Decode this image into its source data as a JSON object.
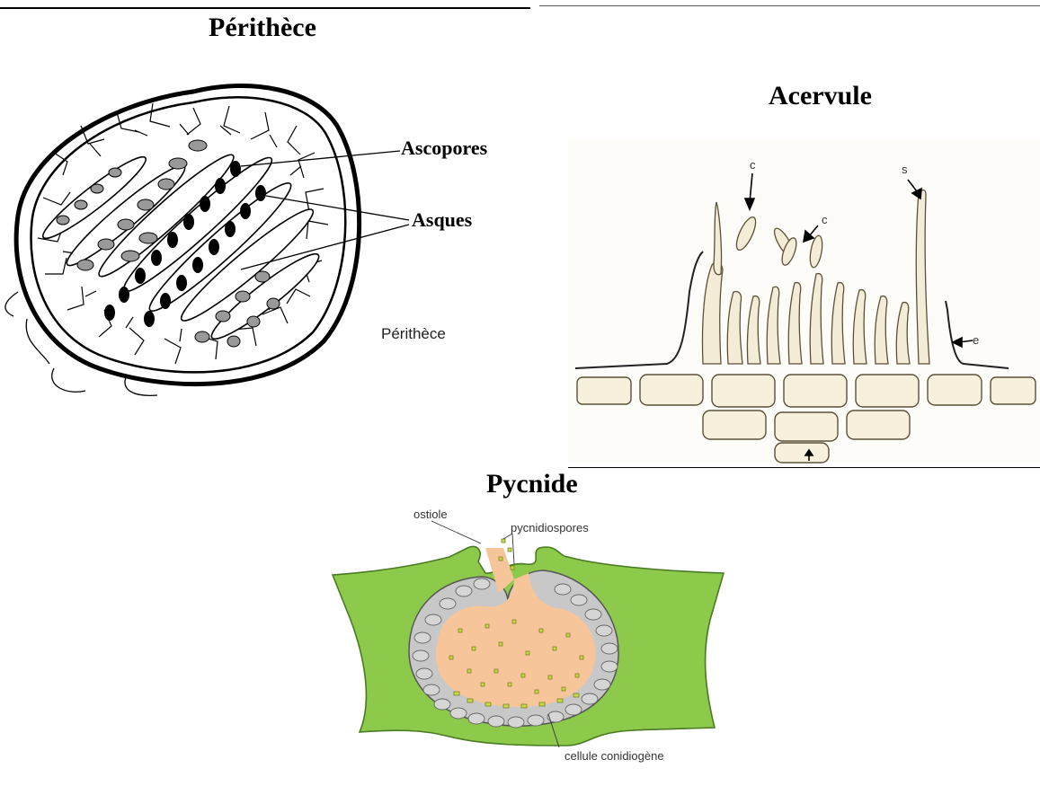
{
  "perithece": {
    "title": "Périthèce",
    "labels": {
      "ascopores": "Ascopores",
      "asques": "Asques",
      "caption": "Périthèce"
    }
  },
  "acervule": {
    "title": "Acervule",
    "labels": {
      "c1": "c",
      "c2": "c",
      "s": "s",
      "e": "e"
    }
  },
  "pycnide": {
    "title": "Pycnide",
    "labels": {
      "ostiole": "ostiole",
      "pycnidiospores": "pycnidiospores",
      "cellule": "cellule conidiogène"
    },
    "colors": {
      "tissue": "#8dc94b",
      "cavity": "#f7c59a",
      "cells": "#c8c8c8",
      "spores": "#c9d94a"
    }
  }
}
